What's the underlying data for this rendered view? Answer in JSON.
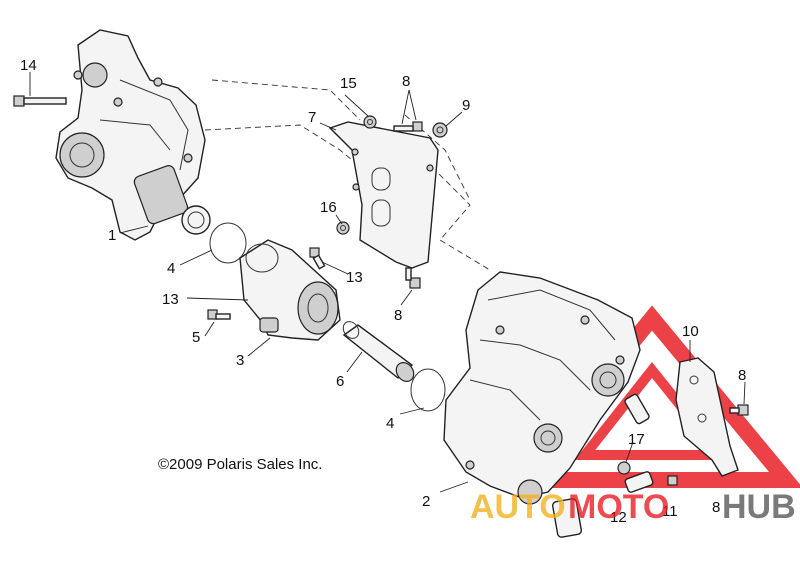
{
  "diagram": {
    "callouts": {
      "c1": "1",
      "c2": "2",
      "c3": "3",
      "c4a": "4",
      "c4b": "4",
      "c5": "5",
      "c6": "6",
      "c7": "7",
      "c8a": "8",
      "c8b": "8",
      "c8c": "8",
      "c8d": "8",
      "c9": "9",
      "c10": "10",
      "c11": "11",
      "c12": "12",
      "c13a": "13",
      "c13b": "13",
      "c14": "14",
      "c15": "15",
      "c16": "16",
      "c17": "17"
    },
    "copyright": "©2009 Polaris Sales Inc."
  },
  "watermark": {
    "part1": "AUTO",
    "part2": "MOTO",
    "part3": "HUB",
    "colors": {
      "red": "#e8191f",
      "yellow": "#f2b21b",
      "gray": "#555555"
    }
  }
}
